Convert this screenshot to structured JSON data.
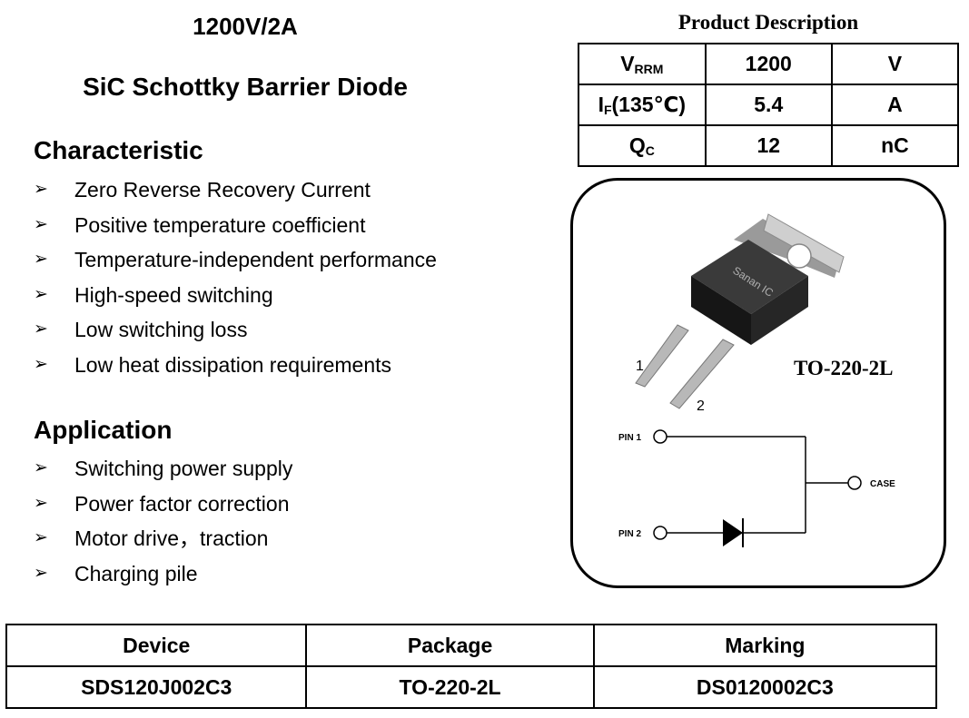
{
  "header": {
    "rating": "1200V/2A",
    "product_name": "SiC Schottky Barrier Diode"
  },
  "characteristic": {
    "title": "Characteristic",
    "items": [
      "Zero Reverse Recovery Current",
      "Positive temperature coefficient",
      "Temperature-independent performance",
      "High-speed switching",
      "Low switching loss",
      "Low heat dissipation requirements"
    ]
  },
  "application": {
    "title": "Application",
    "items": [
      "Switching power supply",
      "Power factor correction",
      "Motor drive，traction",
      "Charging pile"
    ]
  },
  "product_description": {
    "title": "Product Description",
    "rows": [
      {
        "param_main": "V",
        "param_sub": "RRM",
        "param_suffix": "",
        "value": "1200",
        "unit": "V"
      },
      {
        "param_main": "I",
        "param_sub": "F",
        "param_suffix": "(135℃)",
        "value": "5.4",
        "unit": "A"
      },
      {
        "param_main": "Q",
        "param_sub": "C",
        "param_suffix": "",
        "value": "12",
        "unit": "nC"
      }
    ]
  },
  "package_figure": {
    "package_name": "TO-220-2L",
    "chip_logo_text": "Sanan IC",
    "lead_1": "1",
    "lead_2": "2",
    "pin1_label": "PIN 1",
    "pin2_label": "PIN 2",
    "case_label": "CASE"
  },
  "ordering": {
    "headers": [
      "Device",
      "Package",
      "Marking"
    ],
    "row": [
      "SDS120J002C3",
      "TO-220-2L",
      "DS0120002C3"
    ]
  }
}
